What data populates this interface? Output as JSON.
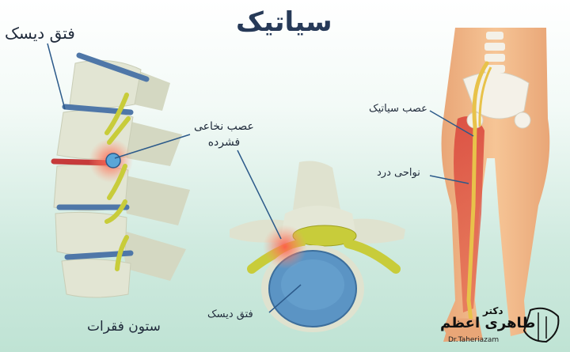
{
  "title": "سیاتیک",
  "labels": {
    "herniated_disc_top": "فتق دیسک",
    "compressed_nerve": "عصب نخاعی\nفشرده",
    "sciatic_nerve": "عصب سیاتیک",
    "pain_area": "نواحی درد",
    "herniated_disc_bottom": "فتق دیسک",
    "spinal_column": "ستون فقرات"
  },
  "logo": {
    "top": "دکتر",
    "main": "طاهری اعظم",
    "sub": "Dr.Taheriazam"
  },
  "colors": {
    "title": "#273a58",
    "bone": "#dfe2cf",
    "disc_blue": "#4f77a8",
    "nerve_yellow": "#c8cc3a",
    "inflamed_red": "#d9423a",
    "leg_orange": "#f0bb8a",
    "leader_line": "#2c5a8a"
  }
}
